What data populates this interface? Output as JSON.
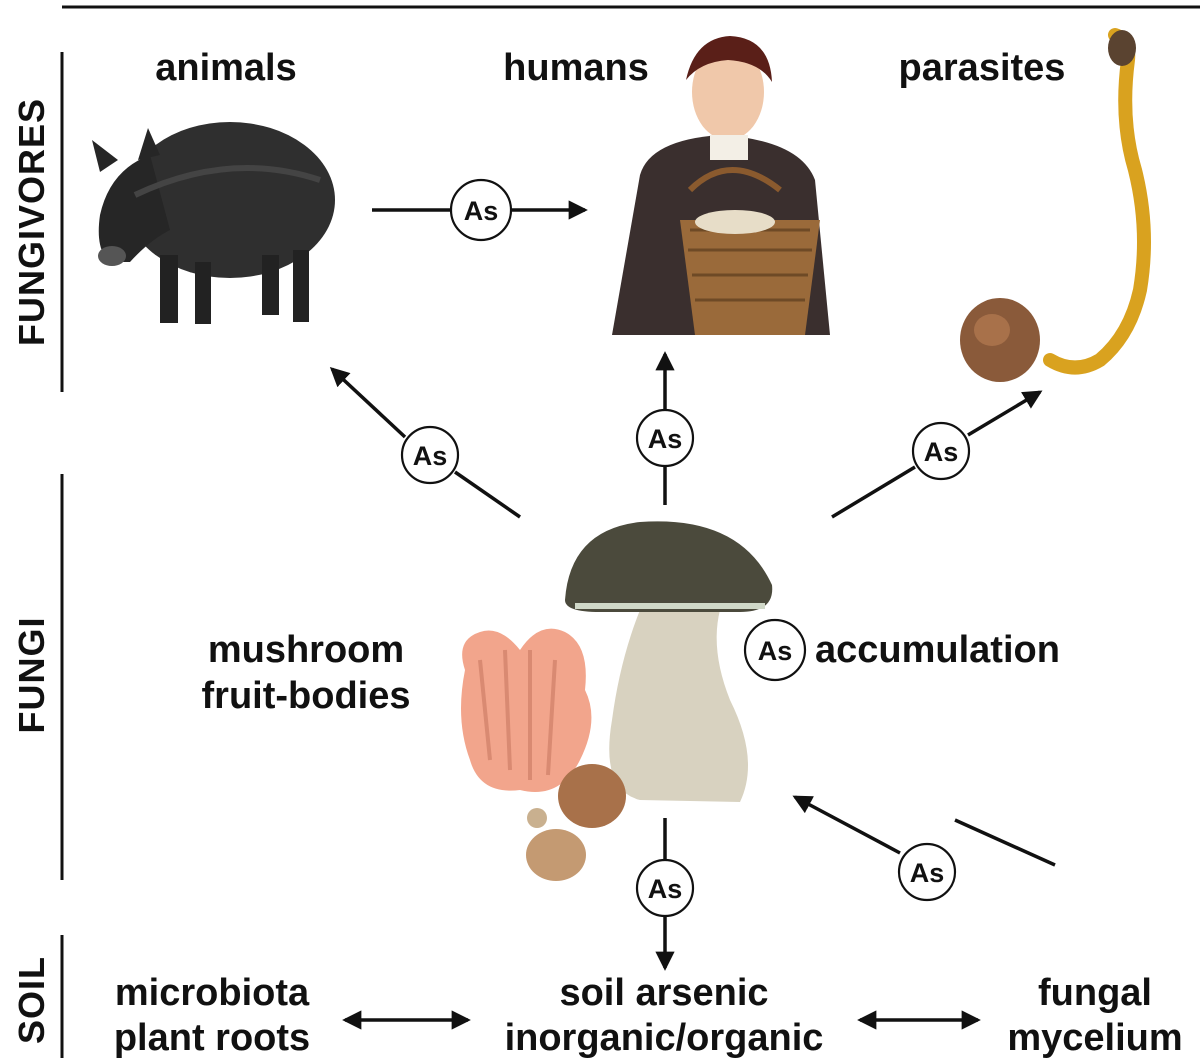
{
  "sections": {
    "fungivores": "FUNGIVORES",
    "fungi": "FUNGI",
    "soil": "SOIL"
  },
  "labels": {
    "animals": "animals",
    "humans": "humans",
    "parasites": "parasites",
    "mushroom_line1": "mushroom",
    "mushroom_line2": "fruit-bodies",
    "accumulation": "accumulation",
    "microbiota_line1": "microbiota",
    "microbiota_line2": "plant roots",
    "soil_arsenic_line1": "soil arsenic",
    "soil_arsenic_line2": "inorganic/organic",
    "fungal_line1": "fungal",
    "fungal_line2": "mycelium"
  },
  "element_symbol": "As",
  "colors": {
    "ink": "#111111",
    "boar": "#2f2f2f",
    "coat": "#3a2f2e",
    "basket": "#9a6a3a",
    "cordyceps": "#d9a21f",
    "cap": "#4b4a3c",
    "stem": "#d8d2c0",
    "coral": "#f2a58c",
    "truffle": "#a8714a"
  }
}
